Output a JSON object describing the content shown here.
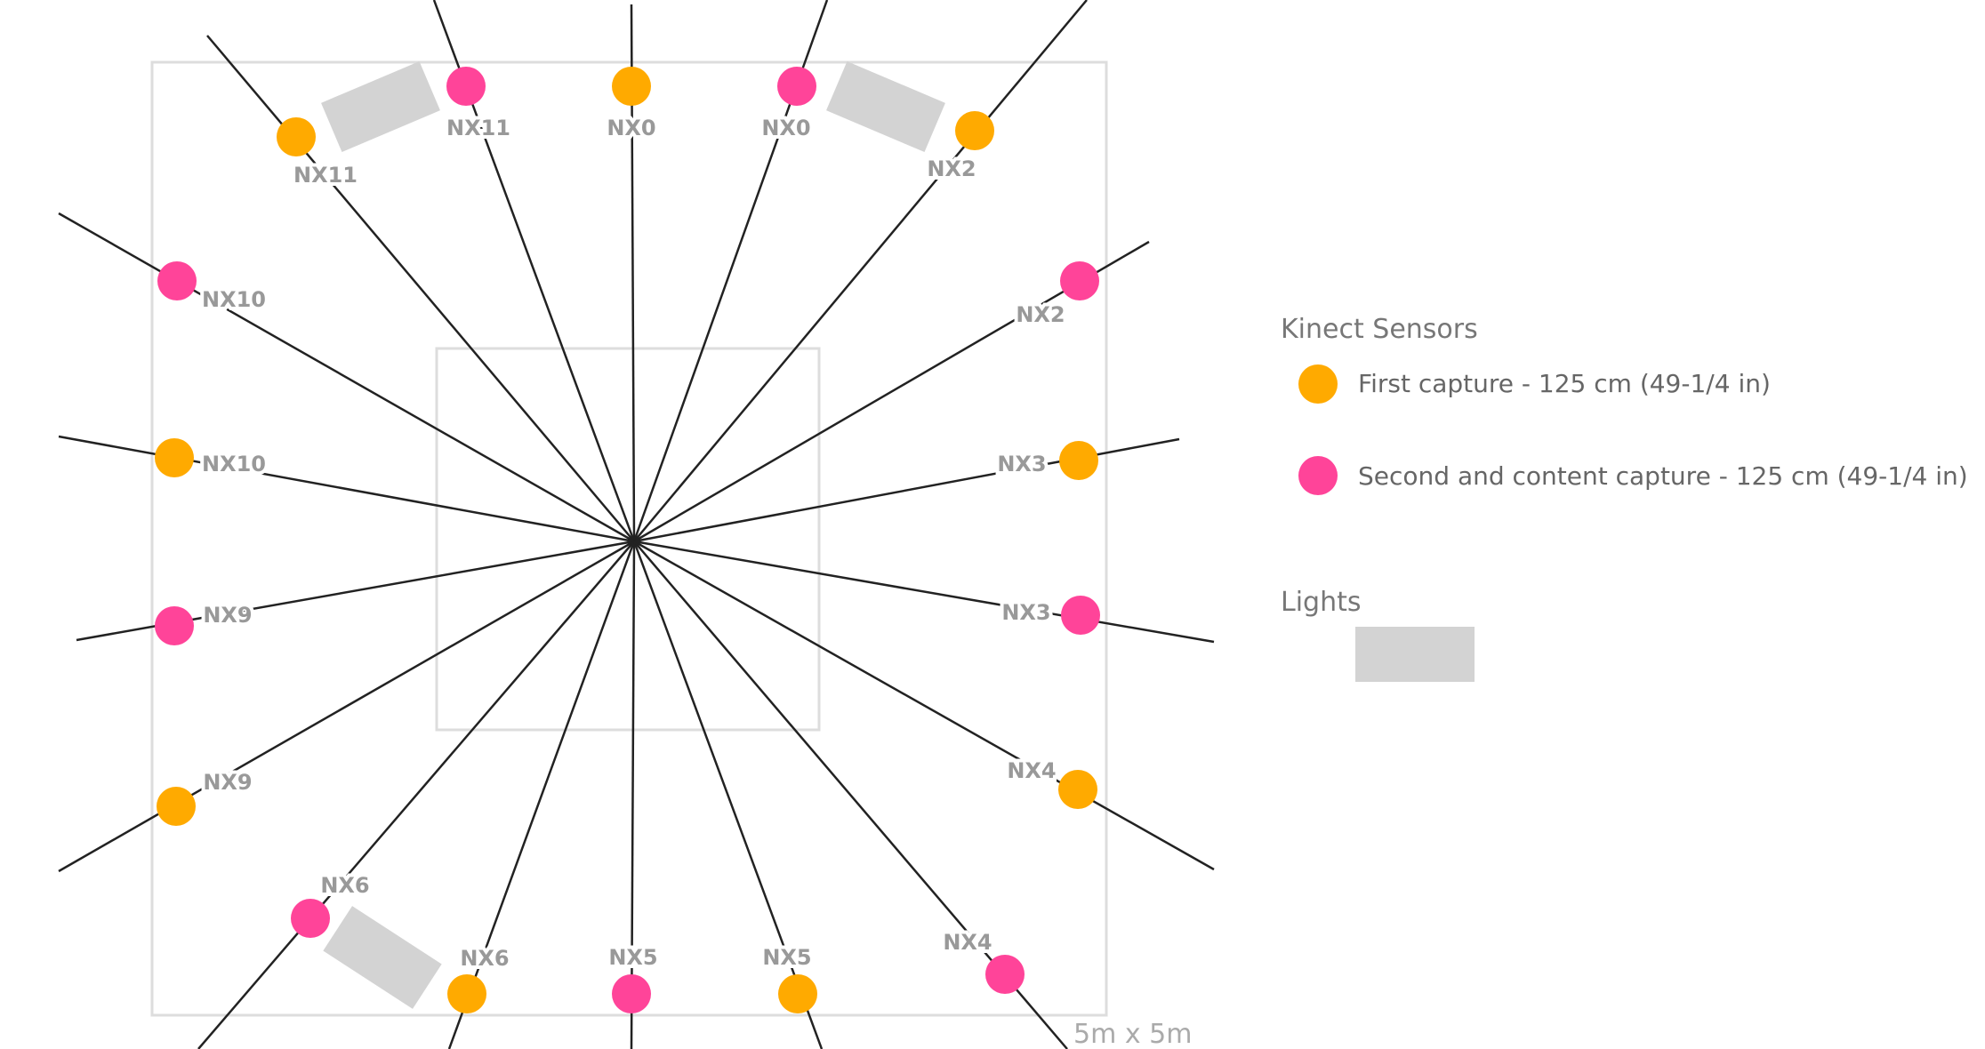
{
  "diagram": {
    "size_label": "5m x 5m",
    "sensors": [
      {
        "label": "NX11",
        "capture": "first"
      },
      {
        "label": "NX11",
        "capture": "second"
      },
      {
        "label": "NX0",
        "capture": "first"
      },
      {
        "label": "NX0",
        "capture": "second"
      },
      {
        "label": "NX2",
        "capture": "first"
      },
      {
        "label": "NX10",
        "capture": "second"
      },
      {
        "label": "NX2",
        "capture": "second"
      },
      {
        "label": "NX10",
        "capture": "first"
      },
      {
        "label": "NX3",
        "capture": "first"
      },
      {
        "label": "NX9",
        "capture": "second"
      },
      {
        "label": "NX3",
        "capture": "second"
      },
      {
        "label": "NX9",
        "capture": "first"
      },
      {
        "label": "NX4",
        "capture": "first"
      },
      {
        "label": "NX6",
        "capture": "second"
      },
      {
        "label": "NX6",
        "capture": "first"
      },
      {
        "label": "NX5",
        "capture": "second"
      },
      {
        "label": "NX5",
        "capture": "first"
      },
      {
        "label": "NX4",
        "capture": "second"
      }
    ],
    "lights_count": 3
  },
  "legend": {
    "sensors_heading": "Kinect Sensors",
    "first_capture": "First capture - 125 cm (49-1/4 in)",
    "second_capture": "Second and content capture - 125 cm (49-1/4 in)",
    "lights_heading": "Lights"
  },
  "colors": {
    "first_capture": "#FFAA00",
    "second_capture": "#FF4499",
    "light": "#D3D3D3",
    "frame": "#DDDDDD",
    "ray": "#222222",
    "label": "#999999"
  }
}
